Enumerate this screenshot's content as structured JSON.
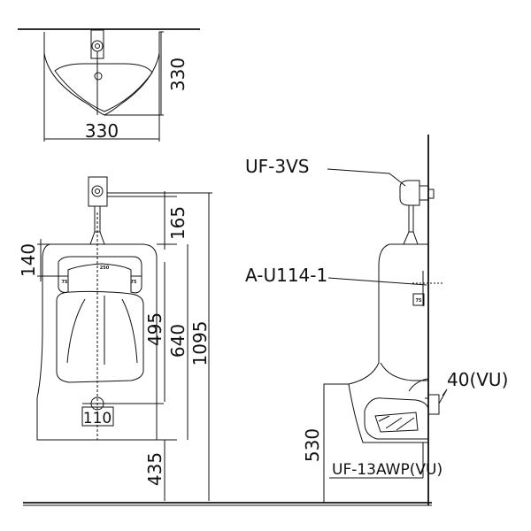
{
  "top_view": {
    "depth": "330",
    "width": "330"
  },
  "front_view": {
    "spud_height": "165",
    "strainer_offset": "140",
    "bowl_height": "495",
    "body_height": "640",
    "total_height": "1095",
    "outlet_width": "110",
    "rim_height": "435",
    "tiny_label_1": "250",
    "tiny_label_2": "75",
    "tiny_label_3": "75"
  },
  "side_view": {
    "flush_valve_label": "UF-3VS",
    "wall_hanger_label": "A-U114-1",
    "outlet_label": "40(VU)",
    "trap_label": "UF-13AWP(VU)",
    "trap_height": "530",
    "tiny_label": "75"
  }
}
